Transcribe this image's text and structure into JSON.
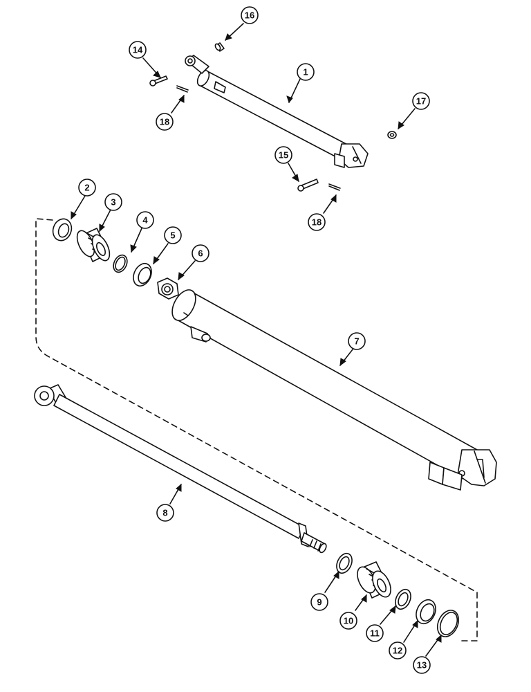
{
  "callouts": [
    {
      "id": "c1",
      "label": "1"
    },
    {
      "id": "c2",
      "label": "2"
    },
    {
      "id": "c3",
      "label": "3"
    },
    {
      "id": "c4",
      "label": "4"
    },
    {
      "id": "c5",
      "label": "5"
    },
    {
      "id": "c6",
      "label": "6"
    },
    {
      "id": "c7",
      "label": "7"
    },
    {
      "id": "c8",
      "label": "8"
    },
    {
      "id": "c9",
      "label": "9"
    },
    {
      "id": "c10",
      "label": "10"
    },
    {
      "id": "c11",
      "label": "11"
    },
    {
      "id": "c12",
      "label": "12"
    },
    {
      "id": "c13",
      "label": "13"
    },
    {
      "id": "c14",
      "label": "14"
    },
    {
      "id": "c15",
      "label": "15"
    },
    {
      "id": "c16",
      "label": "16"
    },
    {
      "id": "c17",
      "label": "17"
    },
    {
      "id": "c18a",
      "label": "18"
    },
    {
      "id": "c18b",
      "label": "18"
    }
  ]
}
